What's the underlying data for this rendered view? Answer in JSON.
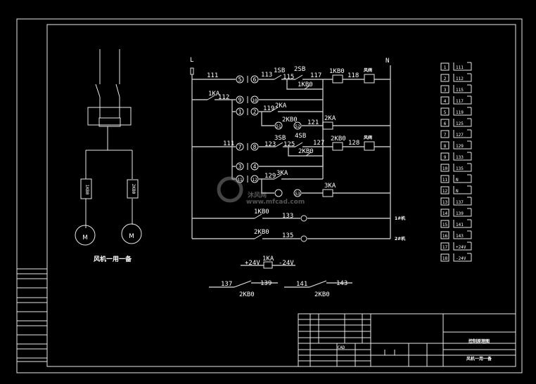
{
  "drawing": {
    "title_left": "风机一用一备",
    "title_block_name": "控制原理图",
    "title_block_sub": "风机一用一备",
    "cad_label": "CAD"
  },
  "power": {
    "line": "L",
    "neutral": "N"
  },
  "wires": {
    "w111": "111",
    "w113": "113",
    "w115": "115",
    "w117": "117",
    "w118": "118",
    "w112": "112",
    "w119": "119",
    "w121": "121",
    "w111b": "111",
    "w123": "123",
    "w125": "125",
    "w127": "127",
    "w128": "128",
    "w129": "129",
    "w133": "133",
    "w135": "135",
    "w137": "137",
    "w139": "139",
    "w141": "141",
    "w143": "143",
    "p24": "+24V",
    "m24": "-24V"
  },
  "devices": {
    "sb1": "1SB",
    "sb2": "2SB",
    "sb3": "3SB",
    "sb4": "4SB",
    "kb1": "1KB0",
    "kb1b": "1KB0",
    "kb2": "2KB0",
    "kb2b": "2KB0",
    "kb2c": "2KB0",
    "ka1": "1KA",
    "ka1b": "1KA",
    "ka2": "2KA",
    "ka2b": "2KA",
    "ka3": "3KA",
    "ka3b": "3KA",
    "fan1": "风阀",
    "fan2": "风阀",
    "lamp1": "1#机",
    "lamp2": "2#机",
    "kb1m": "1KB0",
    "kb2m": "2KB0",
    "kb2d": "2KB0",
    "kb2e": "2KB0",
    "motor": "M"
  },
  "terminals_left": [
    "5",
    "9",
    "1",
    "7",
    "3",
    "11"
  ],
  "terminals_right": [
    "6",
    "10",
    "2",
    "8",
    "4",
    "12"
  ],
  "terminals_mid": [
    "51",
    "52",
    "53"
  ],
  "terminal_strip": [
    {
      "n": "1",
      "w": "111"
    },
    {
      "n": "2",
      "w": "112"
    },
    {
      "n": "3",
      "w": "115"
    },
    {
      "n": "4",
      "w": "117"
    },
    {
      "n": "5",
      "w": "119"
    },
    {
      "n": "6",
      "w": "125"
    },
    {
      "n": "7",
      "w": "127"
    },
    {
      "n": "8",
      "w": "129"
    },
    {
      "n": "9",
      "w": "133"
    },
    {
      "n": "10",
      "w": "135"
    },
    {
      "n": "11",
      "w": "N"
    },
    {
      "n": "12",
      "w": "N"
    },
    {
      "n": "13",
      "w": "137"
    },
    {
      "n": "14",
      "w": "139"
    },
    {
      "n": "15",
      "w": "141"
    },
    {
      "n": "16",
      "w": "143"
    },
    {
      "n": "17",
      "w": "+24V"
    },
    {
      "n": "18",
      "w": "-24V"
    }
  ],
  "watermark": {
    "brand": "沐风网",
    "url": "www.mfcad.com"
  }
}
